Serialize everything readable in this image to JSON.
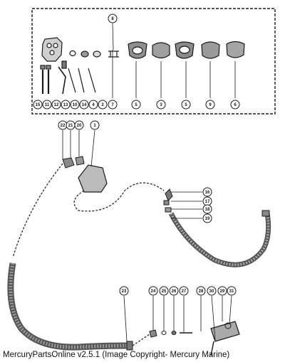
{
  "caption": "MercuryPartsOnline v2.5.1 (Image Copyright- Mercury Marine)",
  "kit_callouts": [
    "8",
    "15",
    "11",
    "12",
    "13",
    "10",
    "14",
    "4",
    "2",
    "7",
    "5",
    "3",
    "5",
    "9",
    "6"
  ],
  "main_callouts": [
    "22",
    "21",
    "20",
    "1",
    "16",
    "17",
    "18",
    "19",
    "23",
    "24",
    "25",
    "26",
    "27",
    "28",
    "30",
    "29",
    "31"
  ],
  "colors": {
    "ink": "#1a1a1a",
    "background": "#ffffff"
  }
}
